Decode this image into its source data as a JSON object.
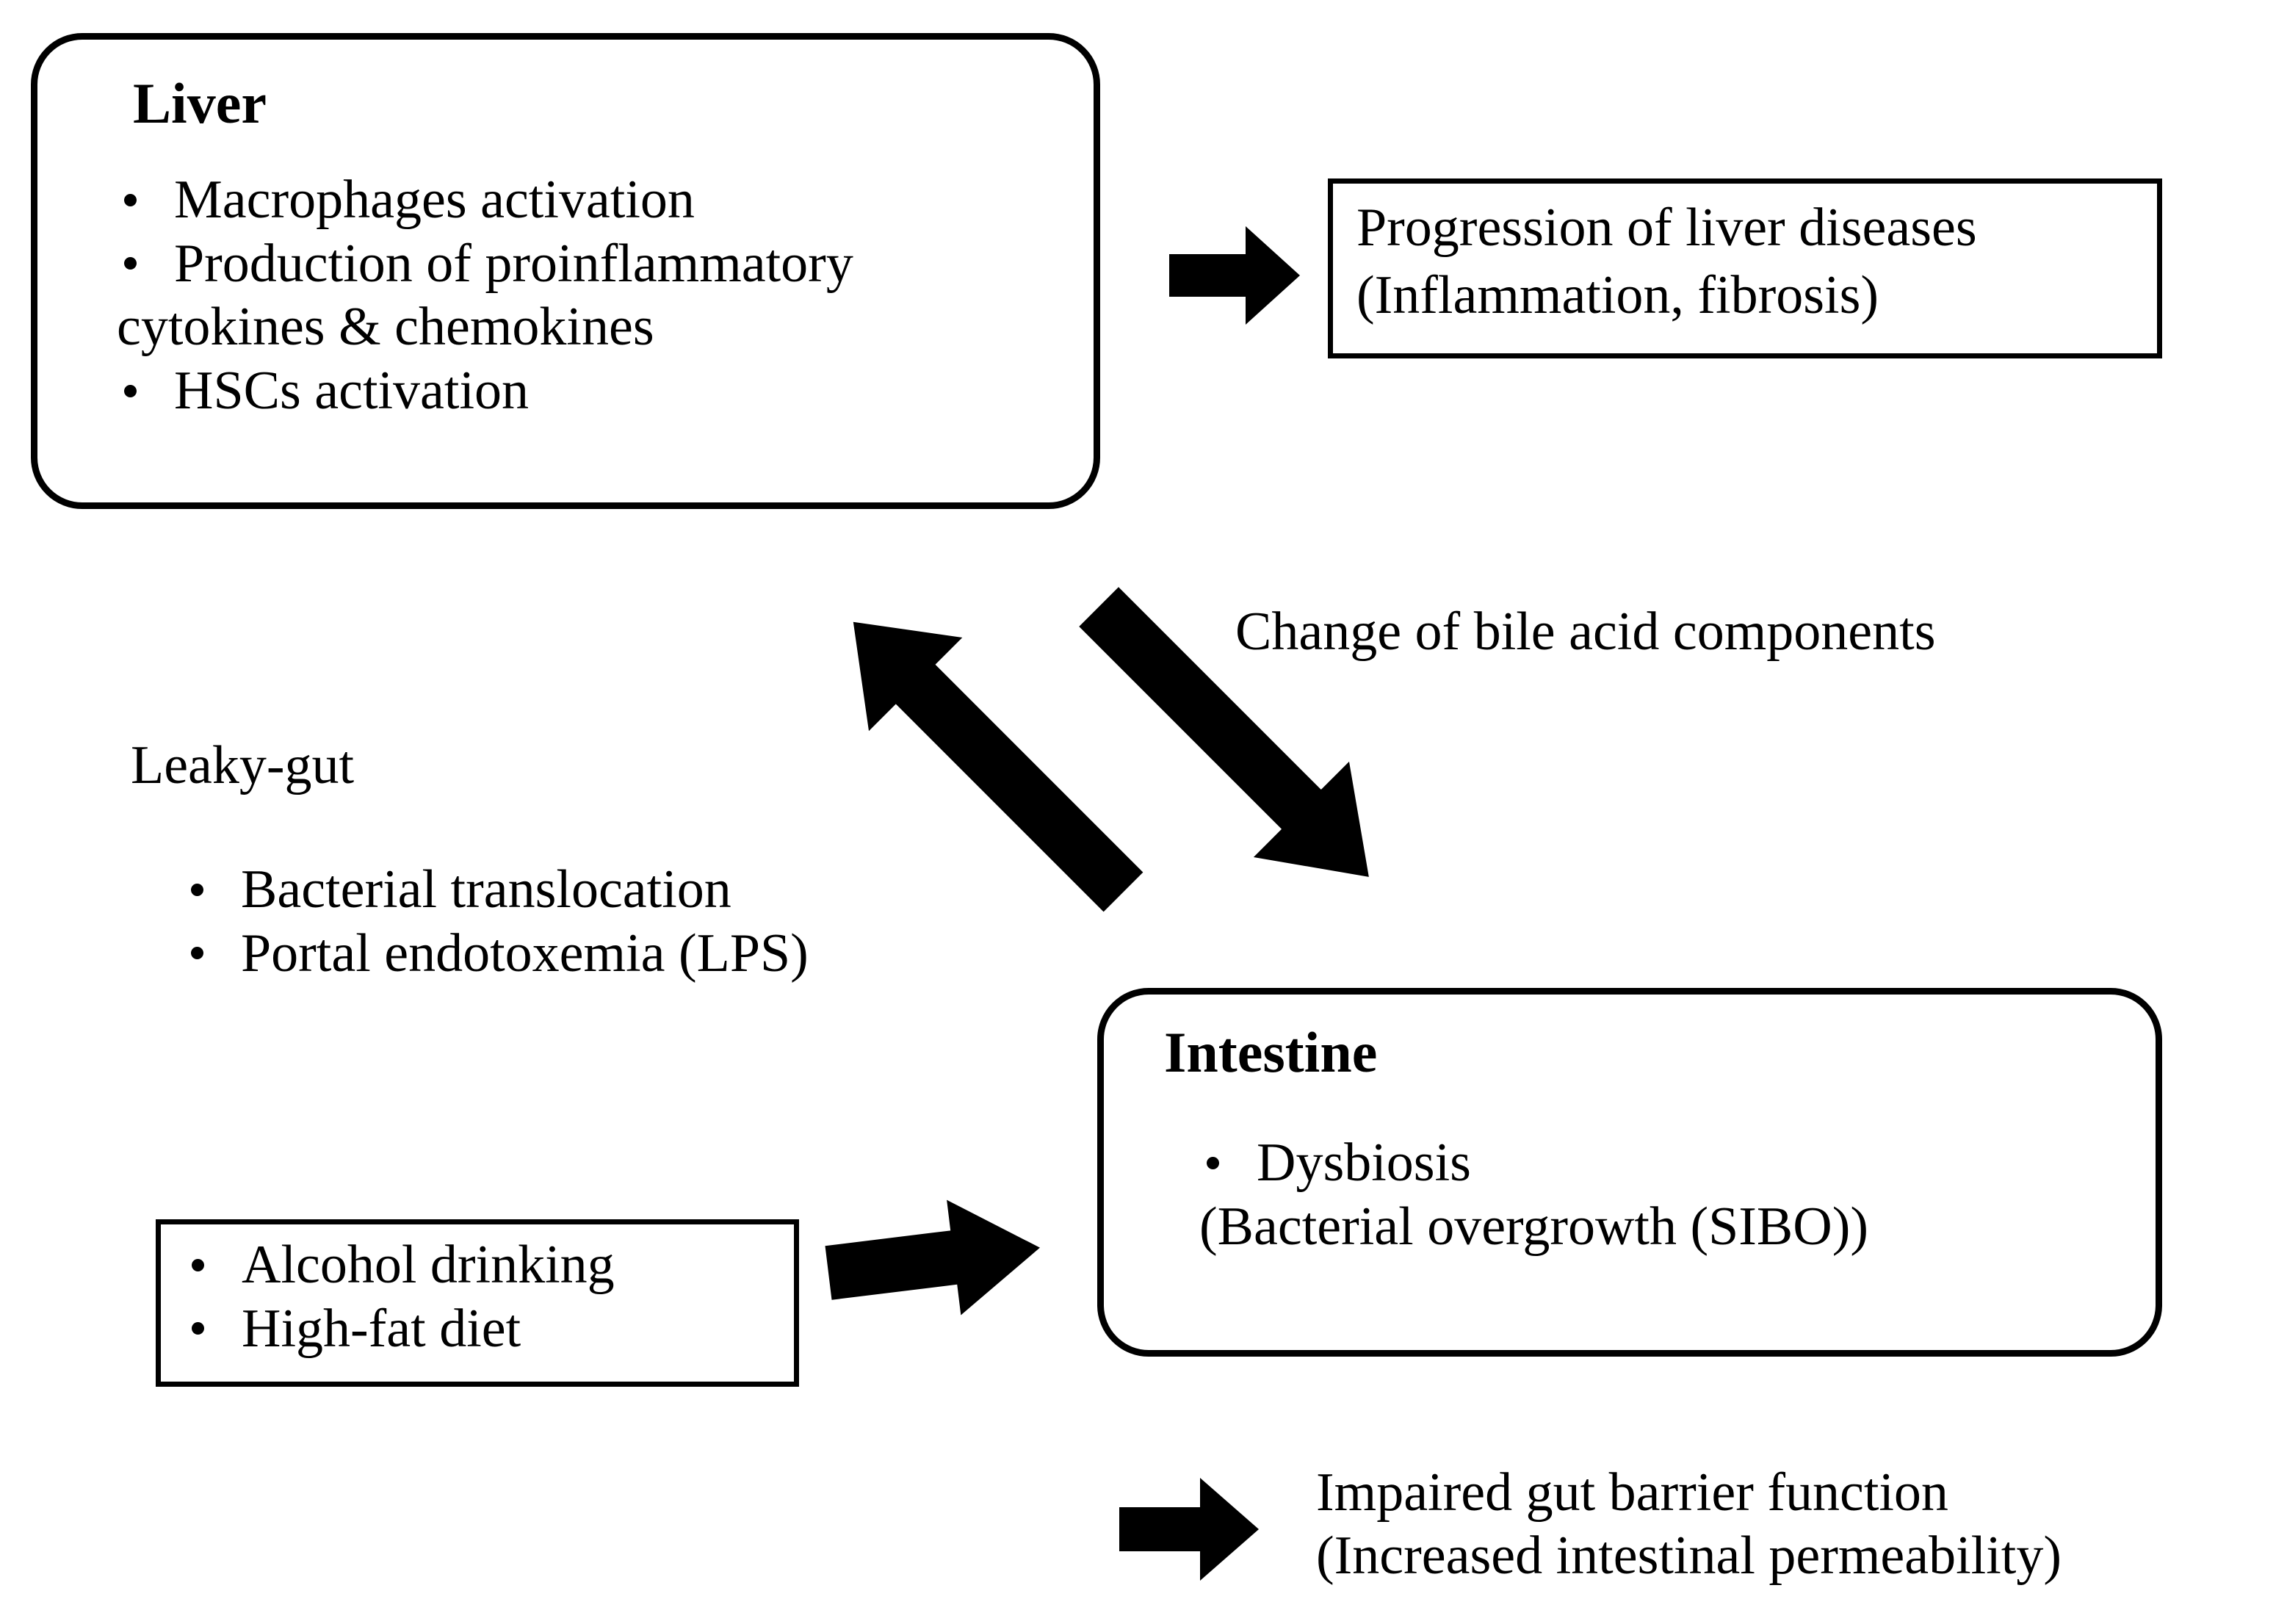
{
  "diagram": {
    "liver_box": {
      "title": "Liver",
      "bullets": [
        {
          "lines": [
            "Macrophages activation"
          ]
        },
        {
          "lines": [
            "Production of proinflammatory",
            "cytokines & chemokines"
          ]
        },
        {
          "lines": [
            "HSCs activation"
          ]
        }
      ]
    },
    "progression_box": {
      "lines": [
        "Progression of liver diseases",
        "(Inflammation, fibrosis)"
      ]
    },
    "bile_acid_label": "Change of bile acid components",
    "leaky_gut": {
      "heading": "Leaky-gut",
      "bullets": [
        {
          "lines": [
            "Bacterial translocation"
          ]
        },
        {
          "lines": [
            "Portal endotoxemia (LPS)"
          ]
        }
      ]
    },
    "causes_box": {
      "bullets": [
        {
          "lines": [
            "Alcohol drinking"
          ]
        },
        {
          "lines": [
            "High-fat diet"
          ]
        }
      ]
    },
    "intestine_box": {
      "title": "Intestine",
      "bullets": [
        {
          "lines": [
            "Dysbiosis",
            "(Bacterial overgrowth (SIBO))"
          ]
        }
      ]
    },
    "gut_barrier_label": {
      "lines": [
        "Impaired gut barrier function",
        "(Increased intestinal permeability)"
      ]
    },
    "arrows": {
      "liver_to_progression": "right-block-arrow",
      "intestine_to_liver": "up-left-block-arrow",
      "liver_to_intestine": "down-right-block-arrow",
      "causes_to_intestine": "right-block-arrow-tilted",
      "intestine_to_gut_barrier": "right-block-arrow"
    },
    "colors": {
      "stroke": "#000000",
      "fill": "#ffffff",
      "arrow": "#000000"
    }
  }
}
